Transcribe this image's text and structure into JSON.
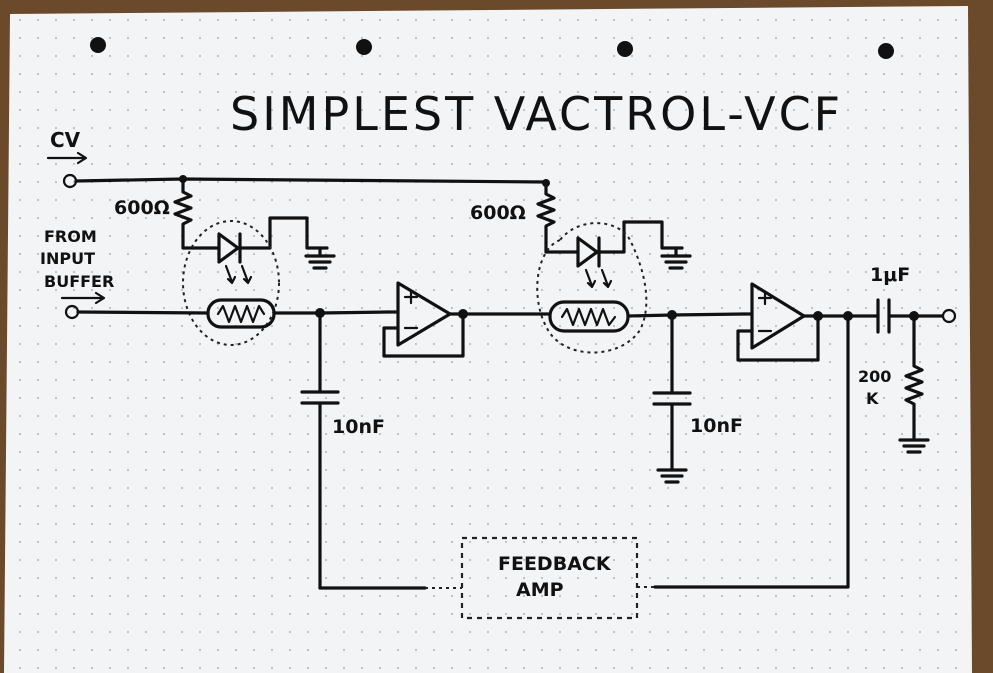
{
  "title": "SIMPLEST VACTROL-VCF",
  "labels": {
    "cv": "CV",
    "from_line1": "FROM",
    "input_line1": "INPUT",
    "buffer_line1": "BUFFER",
    "r1": "600Ω",
    "r2": "600Ω",
    "c1": "10nF",
    "c2": "10nF",
    "c3": "1μF",
    "r3_line1": "200",
    "r3_line2": "K",
    "feedback_line1": "FEEDBACK",
    "feedback_line2": "AMP"
  },
  "colors": {
    "paper": "#f3f4f6",
    "ink": "#111111",
    "table": "#6b4a2c",
    "dot_grid": "#b9bcc2"
  }
}
